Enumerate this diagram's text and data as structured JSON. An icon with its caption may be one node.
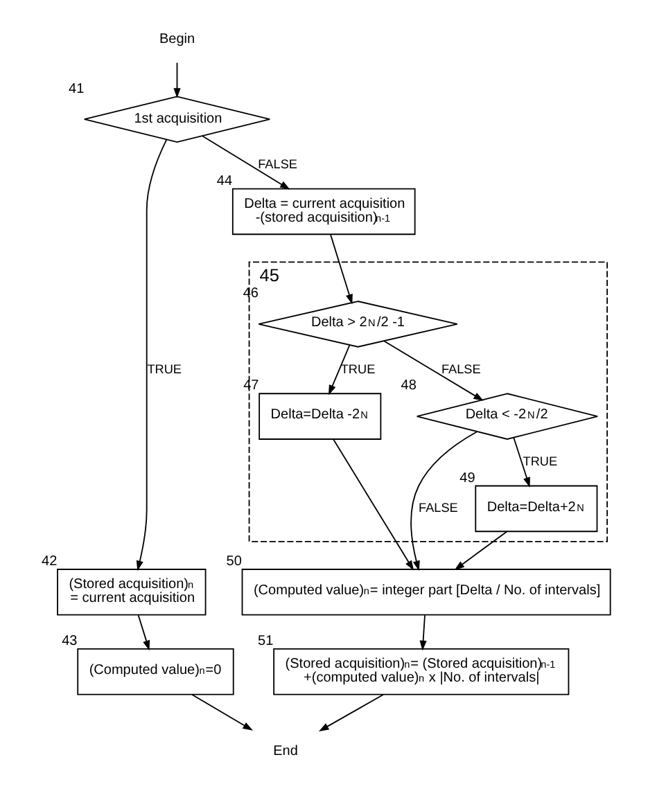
{
  "diagram": {
    "nodes": [
      {
        "text": [
          "Begin"
        ]
      },
      {
        "text": [
          "1st acquisition"
        ],
        "beside": [
          "41"
        ]
      },
      {
        "text": [
          "(Stored acquisition)$_{n}$ = current acquisition"
        ],
        "beside": [
          "42"
        ]
      },
      {
        "text": [
          "(Computed value)$_{n}$=0"
        ],
        "beside": [
          "43"
        ]
      },
      {
        "text": [
          "Delta = current acquisition -(stored acquisition)$_{n-1}$"
        ],
        "beside": [
          "44"
        ]
      },
      {
        "text": [],
        "shape": "box",
        "beside": [
          "45"
        ]
      },
      {
        "text": [
          "Delta > 2$^{N}$/2 -1"
        ],
        "beside": [
          "46"
        ],
        "in": 5
      },
      {
        "text": [
          "Delta < -2$^{N}$/2"
        ],
        "beside": [
          "48"
        ],
        "in": 5
      },
      {
        "text": [
          "Delta=Delta -2$^{N}$"
        ],
        "beside": [
          "47"
        ],
        "in": 5
      },
      {
        "text": [
          "Delta=Delta+2$^{N}$"
        ],
        "beside": [
          "49"
        ],
        "in": 5
      },
      {
        "text": [
          "(Computed value)$_{n}$= integer part [Delta / No. of intervals]"
        ],
        "beside": [
          "50"
        ]
      },
      {
        "text": [
          "(Stored acquisition)$_{n}$= (Stored acquisition)$_{n-1}$ +(computed value)$_{n}$ x |No. of intervals|"
        ],
        "beside": [
          "51"
        ]
      },
      {
        "text": [
          "End"
        ]
      }
    ],
    "edges": [
      {
        "from": 0,
        "to": 1,
        "arrow": "to"
      },
      {
        "from": 1,
        "to": 2,
        "arrow": "to",
        "label": "TRUE"
      },
      {
        "from": 1,
        "to": 4,
        "arrow": "to",
        "label": "FALSE"
      },
      {
        "from": 2,
        "to": 3,
        "arrow": "to"
      },
      {
        "from": 4,
        "to": 6,
        "arrow": "to"
      },
      {
        "from": 6,
        "to": 7,
        "arrow": "to",
        "label": "FALSE"
      },
      {
        "from": 6,
        "to": 8,
        "arrow": "to",
        "label": "TRUE"
      },
      {
        "from": 7,
        "to": 9,
        "arrow": "to",
        "label": "TRUE"
      },
      {
        "from": 7,
        "to": 10,
        "arrow": "to",
        "label": "FALSE"
      },
      {
        "from": 9,
        "to": 10,
        "arrow": "to"
      },
      {
        "from": 8,
        "to": 10,
        "arrow": "to"
      },
      {
        "from": 10,
        "to": 11,
        "arrow": "to"
      },
      {
        "from": 3,
        "to": 12,
        "arrow": "to"
      },
      {
        "from": 11,
        "to": 12,
        "arrow": "to"
      }
    ]
  }
}
